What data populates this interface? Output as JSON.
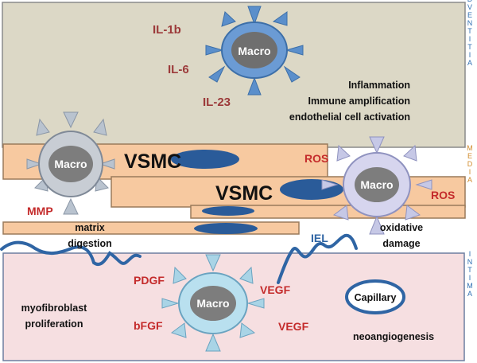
{
  "layers": {
    "adventitia": "ADVENTITIA",
    "media": "MEDIA",
    "intima": "INTIMA"
  },
  "cells": {
    "macro": "Macro",
    "vsmc": "VSMC",
    "capillary": "Capillary",
    "iel": "IEL"
  },
  "adventitia": {
    "cytokines": [
      "IL-1b",
      "IL-6",
      "IL-23"
    ],
    "effects": [
      "Inflammation",
      "Immune amplification",
      "endothelial cell activation"
    ]
  },
  "media": {
    "mmp": "MMP",
    "ros": "ROS",
    "matrix_digestion": [
      "matrix",
      "digestion"
    ],
    "oxidative_damage": [
      "oxidative",
      "damage"
    ]
  },
  "intima": {
    "factors": {
      "pdgf": "PDGF",
      "bfgf": "bFGF",
      "vegf": "VEGF"
    },
    "myofibroblast": [
      "myofibroblast",
      "proliferation"
    ],
    "neoangiogenesis": "neoangiogenesis"
  },
  "colors": {
    "adventitia_fill": "#dcd8c6",
    "media_fill": "#f7c9a0",
    "intima_fill": "#f6dfe1",
    "nucleus": "#2a5b99",
    "red_text": "#c42b2b",
    "layer_label": "#2f6fb3"
  }
}
